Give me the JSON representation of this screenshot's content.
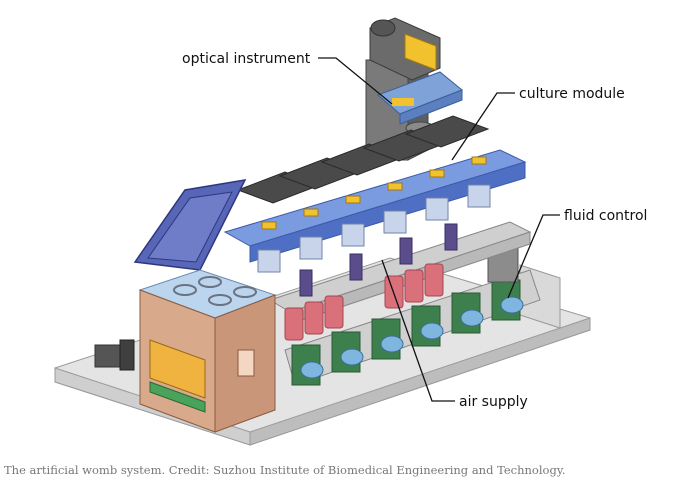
{
  "figure": {
    "labels": {
      "optical_instrument": "optical instrument",
      "culture_module": "culture module",
      "fluid_control": "fluid control",
      "air_supply": "air supply"
    }
  },
  "caption": "The artificial womb system. Credit: Suzhou Institute of Biomedical Engineering and Technology."
}
